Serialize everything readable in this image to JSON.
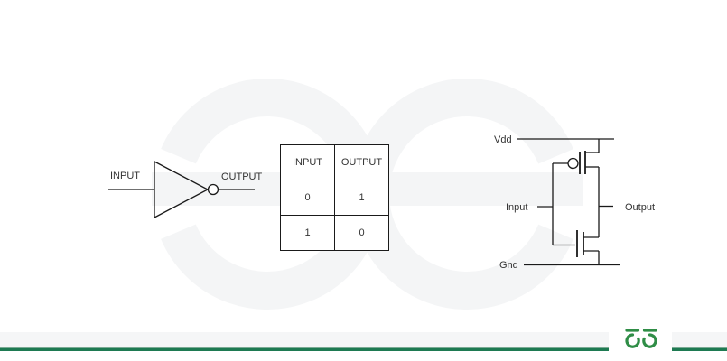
{
  "figure": {
    "title_semantic": "NOT gate (inverter): logic symbol, truth table, CMOS implementation"
  },
  "gate": {
    "input_label": "INPUT",
    "output_label": "OUTPUT"
  },
  "truth_table": {
    "headers": [
      "INPUT",
      "OUTPUT"
    ],
    "rows": [
      [
        "0",
        "1"
      ],
      [
        "1",
        "0"
      ]
    ]
  },
  "cmos": {
    "vdd_label": "Vdd",
    "input_label": "Input",
    "output_label": "Output",
    "gnd_label": "Gnd"
  },
  "branding": {
    "watermark": "geeksforgeeks-logo-watermark",
    "footer_logo": "geeksforgeeks-logo"
  },
  "colors": {
    "line": "#1a1a1a",
    "text": "#333333",
    "watermark_gray": "#f4f5f6",
    "footer_band_gray": "#f5f6f7",
    "rule_green": "#1e7a52",
    "logo_green": "#2f8d46"
  }
}
